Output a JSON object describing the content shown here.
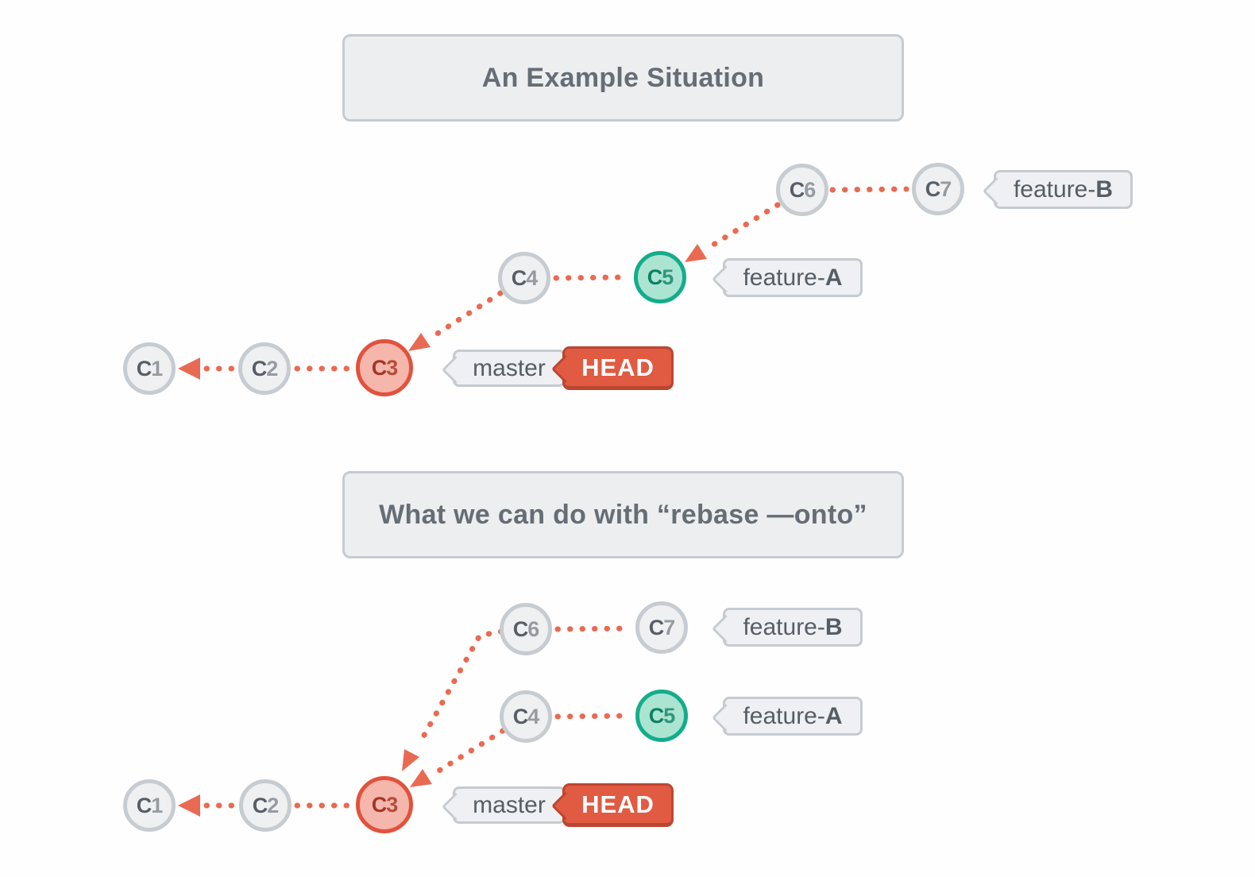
{
  "colors": {
    "coral": "#E96A52",
    "gray_fill": "#EFF0F2",
    "gray_border": "#C7CCD1",
    "gray_text": "#575E66",
    "red_fill": "#F5B6AB",
    "red_border": "#E2523D",
    "red_text": "#A63525",
    "green_fill": "#ACE4D2",
    "green_border": "#14AD8C",
    "green_text": "#0D8165",
    "head_fill": "#E05B42",
    "head_border": "#BC4530",
    "head_text": "#FFFFFF",
    "box_fill": "#ECEEF0",
    "box_border": "#C6CBD2",
    "title_text": "#666D75"
  },
  "section1": {
    "title": "An Example Situation",
    "commits": {
      "c1": {
        "letter": "C",
        "digit": "1"
      },
      "c2": {
        "letter": "C",
        "digit": "2"
      },
      "c3": {
        "letter": "C",
        "digit": "3"
      },
      "c4": {
        "letter": "C",
        "digit": "4"
      },
      "c5": {
        "letter": "C",
        "digit": "5"
      },
      "c6": {
        "letter": "C",
        "digit": "6"
      },
      "c7": {
        "letter": "C",
        "digit": "7"
      }
    },
    "feature_b": {
      "prefix": "feature-",
      "bold": "B"
    },
    "feature_a": {
      "prefix": "feature-",
      "bold": "A"
    },
    "master_label": "master",
    "head_label": "HEAD"
  },
  "section2": {
    "title": "What we can do with “rebase —onto”",
    "commits": {
      "c1": {
        "letter": "C",
        "digit": "1"
      },
      "c2": {
        "letter": "C",
        "digit": "2"
      },
      "c3": {
        "letter": "C",
        "digit": "3"
      },
      "c4": {
        "letter": "C",
        "digit": "4"
      },
      "c5": {
        "letter": "C",
        "digit": "5"
      },
      "c6": {
        "letter": "C",
        "digit": "6"
      },
      "c7": {
        "letter": "C",
        "digit": "7"
      }
    },
    "feature_b": {
      "prefix": "feature-",
      "bold": "B"
    },
    "feature_a": {
      "prefix": "feature-",
      "bold": "A"
    },
    "master_label": "master",
    "head_label": "HEAD"
  }
}
